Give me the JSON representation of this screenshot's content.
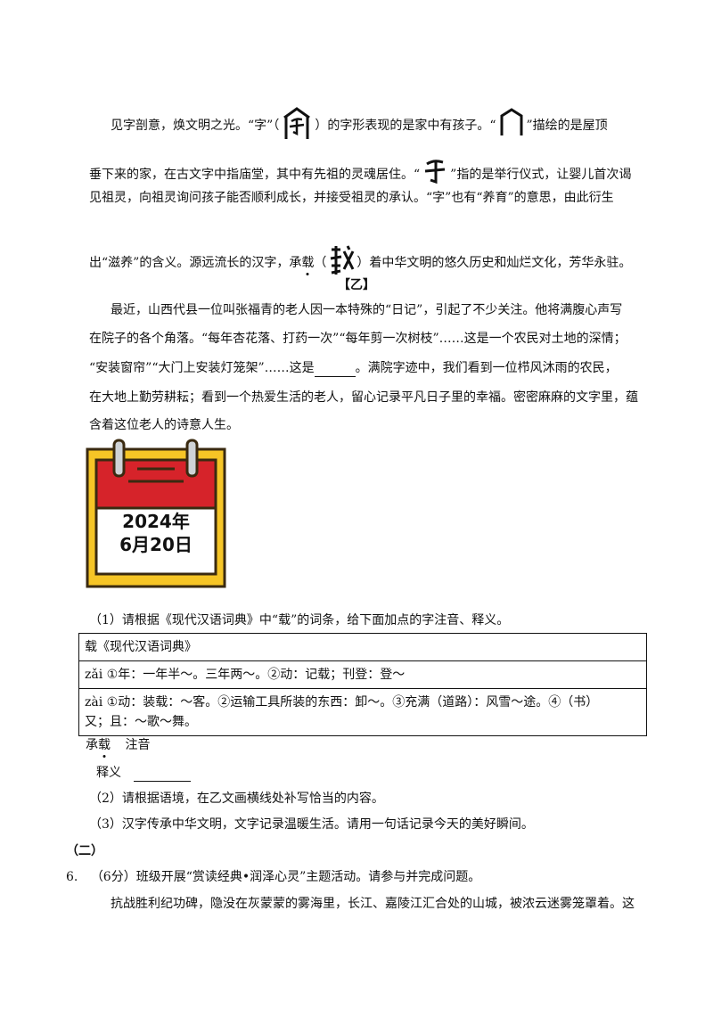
{
  "para1": {
    "l1a": "见字剖意，焕文明之光。“字”（",
    "l1b": "）的字形表现的是家中有孩子。“",
    "l1c": "”描绘的是屋顶",
    "l2a": "垂下来的家，在古文字中指庙堂，其中有先祖的灵魂居住。“",
    "l2b": "”指的是举行仪式，让婴儿首次谒",
    "l3": "见祖灵，向祖灵询问孩子能否顺利成长，并接受祖灵的承认。“字”也有“养育”的意思，由此衍生",
    "l4a": "出“滋养”的含义。源远流长的汉字，承",
    "l4dot": "载",
    "l4b": "（",
    "l4c": "）着中华文明的悠久历史和灿烂文化，芳华永驻。"
  },
  "section_yi": "【乙】",
  "para2": {
    "l1": "最近，山西代县一位叫张福青的老人因一本特殊的“日记”，引起了不少关注。他将满腹心声写",
    "l2": "在院子的各个角落。“每年杏花落、打药一次”“每年剪一次树枝”……这是一个农民对土地的深情；",
    "l3a": "“安装窗帘”“大门上安装灯笼架”……这是",
    "l3b": "。满院字迹中，我们看到一位栉风沐雨的农民，",
    "l4": "在大地上勤劳耕耘；看到一个热爱生活的老人，留心记录平凡日子里的幸福。密密麻麻的文字里，蕴",
    "l5": "含着这位老人的诗意人生。"
  },
  "calendar": {
    "year": "2024年",
    "date": "6月20日"
  },
  "q1": "（1）请根据《现代汉语词典》中“载”的词条，给下面加点的字注音、释义。",
  "dict": {
    "header": "载《现代汉语词典》",
    "row1": "zǎi ①年：一年半～。三年两～。②动：记载；刊登：登～",
    "row2a": "zài ①动：装载：～客。②运输工具所装的东西：卸～。③充满（道路）：风雪～途。④（书）",
    "row2b": "又；且：～歌～舞。"
  },
  "answer": {
    "word_a": "承",
    "word_dot": "载",
    "zhuyin": "注音",
    "shiyi": "释义"
  },
  "q2": "（2）请根据语境，在乙文画横线处补写恰当的内容。",
  "q3": "（3）汉字传承中华文明，文字记录温暖生活。请用一句话记录今天的美好瞬间。",
  "part2": "（二）",
  "q6": {
    "num": "6.",
    "text": "（6分）班级开展“赏读经典•润泽心灵”主题活动。请参与并完成问题。"
  },
  "last": "抗战胜利纪功碑，隐没在灰蒙蒙的雾海里，长江、嘉陵江汇合处的山城，被浓云迷雾笼罩着。这"
}
